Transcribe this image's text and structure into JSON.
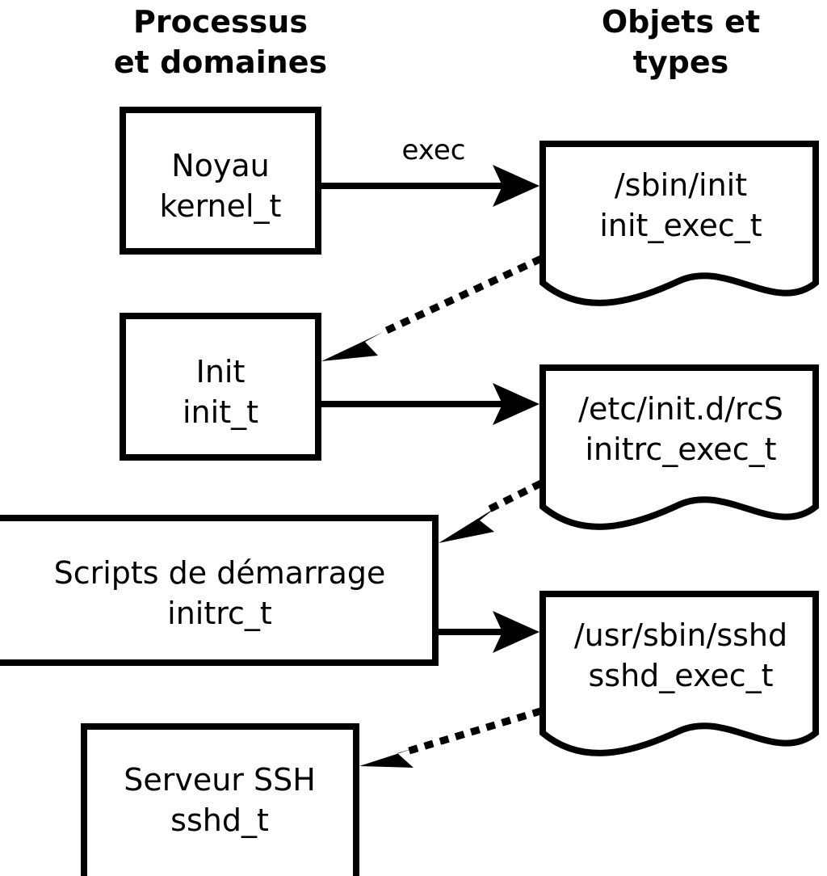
{
  "diagram": {
    "title_left": "Processus\net domaines",
    "columns": [
      {
        "id": "processes",
        "line1": "Processus",
        "line2": "et domaines"
      },
      {
        "id": "objects",
        "line1": "Objets et",
        "line2": "types"
      }
    ],
    "colors": {
      "background": "#ffffff",
      "stroke": "#000000",
      "fill": "#ffffff",
      "text": "#000000"
    },
    "process_nodes": [
      {
        "id": "kernel",
        "line1": "Noyau",
        "line2": "kernel_t",
        "shape": "rectangle"
      },
      {
        "id": "init",
        "line1": "Init",
        "line2": "init_t",
        "shape": "rectangle"
      },
      {
        "id": "initrc",
        "line1": "Scripts de démarrage",
        "line2": "initrc_t",
        "shape": "rectangle"
      },
      {
        "id": "sshd",
        "line1": "Serveur SSH",
        "line2": "sshd_t",
        "shape": "rectangle"
      }
    ],
    "object_nodes": [
      {
        "id": "init_exec",
        "line1": "/sbin/init",
        "line2": "init_exec_t",
        "shape": "document"
      },
      {
        "id": "initrc_exec",
        "line1": "/etc/init.d/rcS",
        "line2": "initrc_exec_t",
        "shape": "document"
      },
      {
        "id": "sshd_exec",
        "line1": "/usr/sbin/sshd",
        "line2": "sshd_exec_t",
        "shape": "document"
      }
    ],
    "edges": [
      {
        "id": "kernel-exec-init_exec",
        "from": "kernel",
        "to": "init_exec",
        "style": "solid",
        "label": "exec"
      },
      {
        "id": "init_exec-transition-init",
        "from": "init_exec",
        "to": "init",
        "style": "dotted",
        "label": ""
      },
      {
        "id": "init-exec-initrc_exec",
        "from": "init",
        "to": "initrc_exec",
        "style": "solid",
        "label": ""
      },
      {
        "id": "initrc_exec-transition-initrc",
        "from": "initrc_exec",
        "to": "initrc",
        "style": "dotted",
        "label": ""
      },
      {
        "id": "initrc-exec-sshd_exec",
        "from": "initrc",
        "to": "sshd_exec",
        "style": "solid",
        "label": ""
      },
      {
        "id": "sshd_exec-transition-sshd",
        "from": "sshd_exec",
        "to": "sshd",
        "style": "dotted",
        "label": ""
      }
    ]
  }
}
